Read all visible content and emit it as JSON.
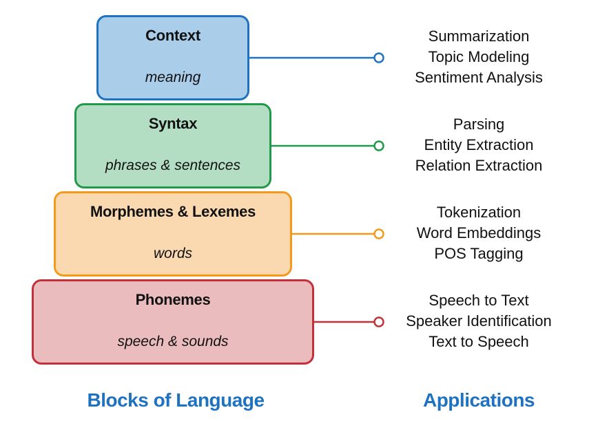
{
  "colors": {
    "context": {
      "fill": "#aacdea",
      "stroke": "#1f72c0"
    },
    "syntax": {
      "fill": "#b3dec3",
      "stroke": "#21994a"
    },
    "morph": {
      "fill": "#fad9b0",
      "stroke": "#f39a1c"
    },
    "phonemes": {
      "fill": "#ebbcbe",
      "stroke": "#c23139"
    },
    "footer": "#1f72c0"
  },
  "blocks": {
    "context": {
      "title": "Context",
      "subtitle": "meaning"
    },
    "syntax": {
      "title": "Syntax",
      "subtitle": "phrases & sentences"
    },
    "morph": {
      "title": "Morphemes & Lexemes",
      "subtitle": "words"
    },
    "phonemes": {
      "title": "Phonemes",
      "subtitle": "speech & sounds"
    }
  },
  "applications": {
    "context": [
      "Summarization",
      "Topic Modeling",
      "Sentiment Analysis"
    ],
    "syntax": [
      "Parsing",
      "Entity Extraction",
      "Relation Extraction"
    ],
    "morph": [
      "Tokenization",
      "Word Embeddings",
      "POS Tagging"
    ],
    "phonemes": [
      "Speech to Text",
      "Speaker Identification",
      "Text to Speech"
    ]
  },
  "footer": {
    "left": "Blocks of Language",
    "right": "Applications"
  }
}
